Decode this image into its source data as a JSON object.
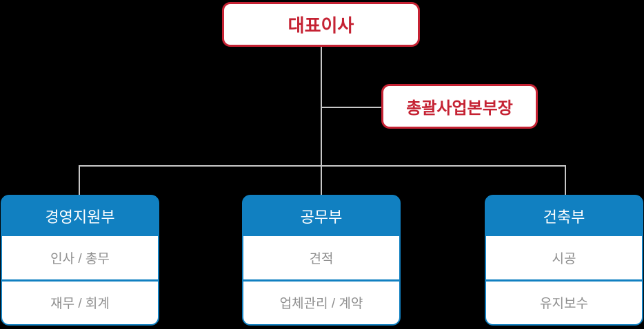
{
  "colors": {
    "background": "#000000",
    "accent_red": "#c52233",
    "accent_blue": "#1180c1",
    "connector_gray": "#c8c8c8",
    "row_text_gray": "#8f8f8f"
  },
  "nodes": {
    "ceo": {
      "label": "대표이사"
    },
    "division_head": {
      "label": "총괄사업본부장"
    }
  },
  "departments": [
    {
      "name": "경영지원부",
      "items": [
        "인사 / 총무",
        "재무 / 회계"
      ]
    },
    {
      "name": "공무부",
      "items": [
        "견적",
        "업체관리 / 계약"
      ]
    },
    {
      "name": "건축부",
      "items": [
        "시공",
        "유지보수"
      ]
    }
  ]
}
